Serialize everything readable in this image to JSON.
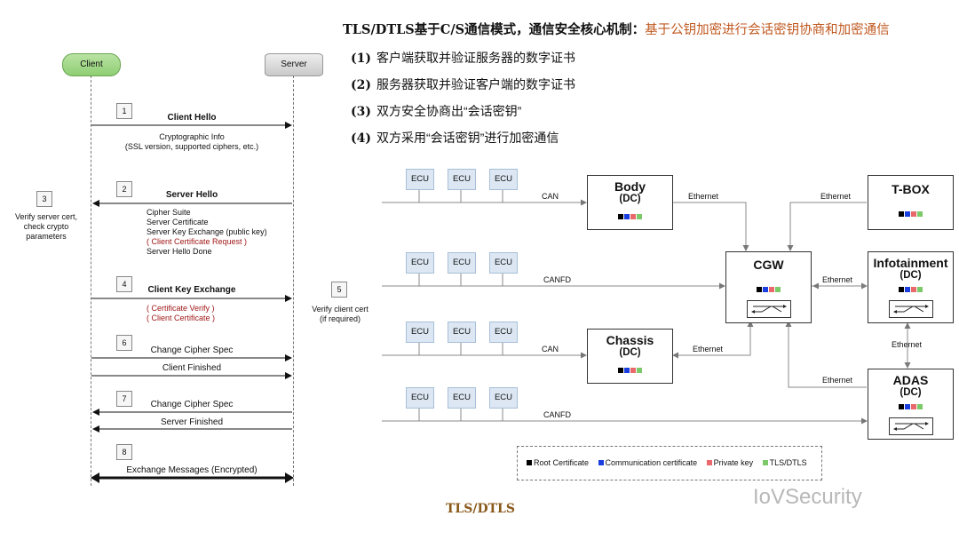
{
  "seq": {
    "client_label": "Client",
    "server_label": "Server",
    "steps": [
      "1",
      "2",
      "3",
      "4",
      "5",
      "6",
      "7",
      "8"
    ],
    "client_hello": "Client Hello",
    "client_hello_info": [
      "Cryptographic Info",
      "(SSL version, supported ciphers, etc.)"
    ],
    "server_hello": "Server Hello",
    "server_hello_items": [
      "Cipher Suite",
      "Server Certificate",
      "Server Key Exchange (public key)",
      "( Client Certificate Request )",
      "Server Hello Done"
    ],
    "verify_server": [
      "Verify server cert,",
      "check crypto",
      "parameters"
    ],
    "client_key_exchange": "Client Key Exchange",
    "client_key_items": [
      "( Certificate Verify )",
      "( Client Certificate )"
    ],
    "verify_client": [
      "Verify client cert",
      "(if required)"
    ],
    "change_cipher_1": "Change Cipher Spec",
    "client_finished": "Client Finished",
    "change_cipher_2": "Change Cipher Spec",
    "server_finished": "Server Finished",
    "exchange": "Exchange Messages (Encrypted)"
  },
  "title": {
    "prefix": "TLS/DTLS基于C/S通信模式，通信安全核心机制：",
    "highlight": "基于公钥加密进行会话密钥协商和加密通信"
  },
  "items": [
    {
      "num": "(1)",
      "text": "客户端获取并验证服务器的数字证书"
    },
    {
      "num": "(2)",
      "text": "服务器获取并验证客户端的数字证书"
    },
    {
      "num": "(3)",
      "text": "双方安全协商出“会话密钥”"
    },
    {
      "num": "(4)",
      "text": "双方采用“会话密钥”进行加密通信"
    }
  ],
  "network": {
    "ecu_label": "ECU",
    "bus_can_1": "CAN",
    "bus_canfd_1": "CANFD",
    "bus_can_2": "CAN",
    "bus_canfd_2": "CANFD",
    "eth_body": "Ethernet",
    "eth_tbox": "Ethernet",
    "eth_info": "Ethernet",
    "eth_chassis": "Ethernet",
    "eth_vertical": "Ethernet",
    "eth_adas": "Ethernet",
    "body_name": "Body",
    "body_sub": "(DC)",
    "chassis_name": "Chassis",
    "chassis_sub": "(DC)",
    "cgw_name": "CGW",
    "tbox_name": "T-BOX",
    "info_name": "Infotainment",
    "info_sub": "(DC)",
    "adas_name": "ADAS",
    "adas_sub": "(DC)"
  },
  "legend": {
    "root": "Root Certificate",
    "comm": "Communication certificate",
    "priv": "Private key",
    "tls": "TLS/DTLS"
  },
  "colors": {
    "root": "#000000",
    "comm": "#1a3ee0",
    "priv": "#e8686b",
    "tls": "#7cc96a",
    "title_accent": "#c0581f"
  },
  "bottom_label": "TLS/DTLS",
  "watermark": "IoVSecurity"
}
